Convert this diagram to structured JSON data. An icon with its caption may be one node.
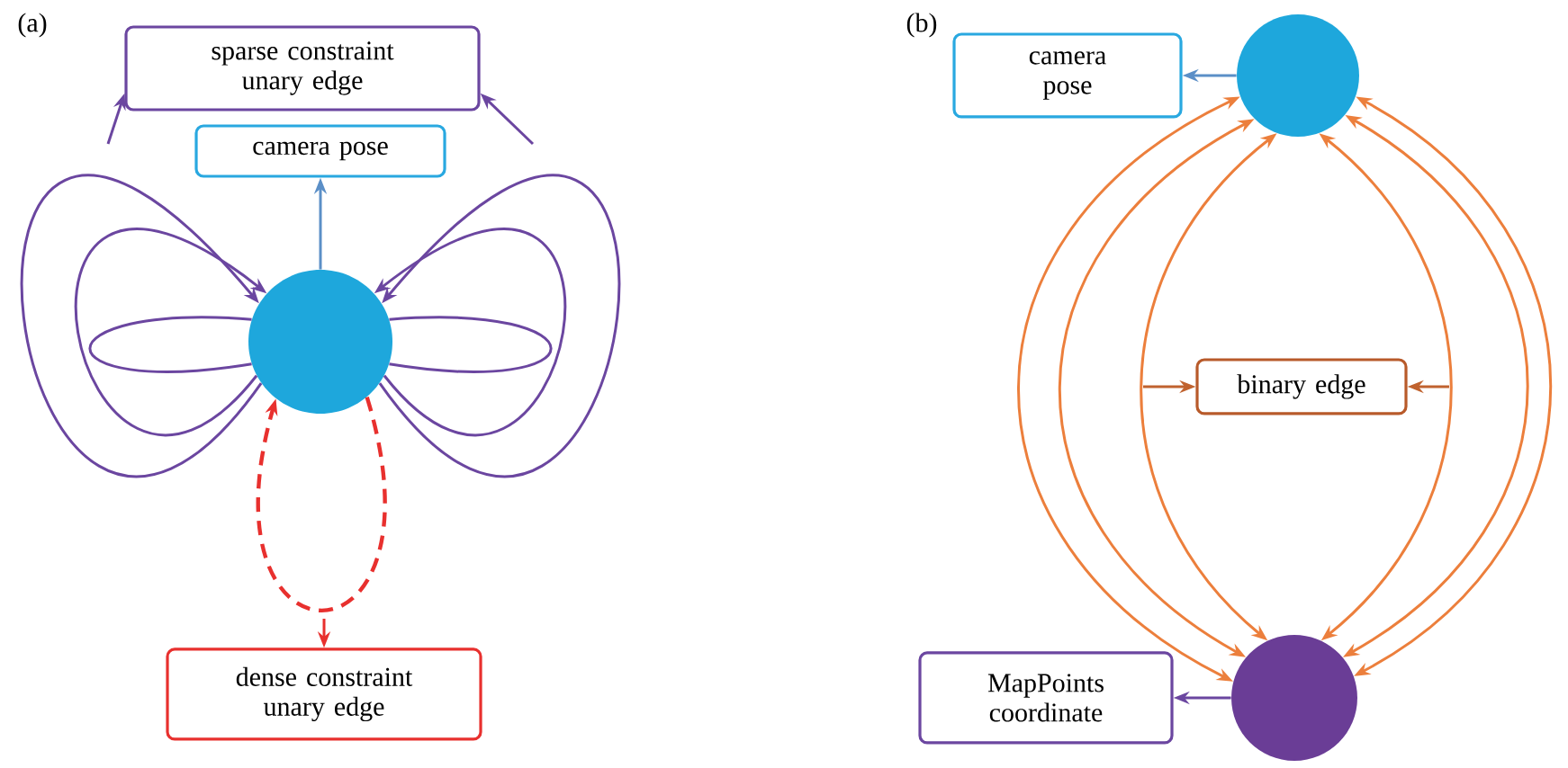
{
  "diagram": {
    "nodes": [
      {
        "text": [
          "sparse constraint unary edge"
        ]
      },
      {
        "text": [
          "camera pose"
        ]
      },
      {
        "text": [],
        "shape": "circle"
      },
      {
        "text": [
          "dense constraint unary edge"
        ]
      },
      {
        "text": [
          "camera pose"
        ]
      },
      {
        "text": [],
        "shape": "circle"
      },
      {
        "text": [
          "binary edge"
        ]
      },
      {
        "text": [],
        "shape": "circle"
      },
      {
        "text": [
          "MapPoints coordinate"
        ]
      }
    ],
    "edges": [
      {
        "from": 2,
        "to": 2,
        "arrow": "to"
      },
      {
        "from": 2,
        "to": 2,
        "arrow": "to"
      },
      {
        "from": 2,
        "to": 2,
        "arrow": "none"
      },
      {
        "from": 2,
        "to": 2,
        "arrow": "to"
      },
      {
        "from": 2,
        "to": 2,
        "arrow": "to"
      },
      {
        "from": 2,
        "to": 2,
        "arrow": "none"
      },
      {
        "from": null,
        "to": 0,
        "arrow": "to"
      },
      {
        "from": null,
        "to": 0,
        "arrow": "to"
      },
      {
        "from": 2,
        "to": 1,
        "arrow": "to",
        "color": "#5b8fc7"
      },
      {
        "from": 2,
        "to": 2,
        "arrow": "to",
        "style": "dashed",
        "color": "#e8302e"
      },
      {
        "from": null,
        "to": 3,
        "arrow": "to",
        "color": "#e8302e"
      },
      {
        "from": 5,
        "to": 4,
        "arrow": "to",
        "color": "#5b8fc7"
      },
      {
        "from": 7,
        "to": 8,
        "arrow": "to"
      },
      {
        "from": 5,
        "to": 7,
        "arrow": "both",
        "color": "#ec7f3c"
      },
      {
        "from": 5,
        "to": 7,
        "arrow": "both",
        "color": "#ec7f3c"
      },
      {
        "from": 5,
        "to": 7,
        "arrow": "both",
        "color": "#ec7f3c"
      },
      {
        "from": 5,
        "to": 7,
        "arrow": "both",
        "color": "#ec7f3c"
      },
      {
        "from": 5,
        "to": 7,
        "arrow": "both",
        "color": "#ec7f3c"
      },
      {
        "from": 5,
        "to": 7,
        "arrow": "both",
        "color": "#ec7f3c"
      },
      {
        "from": null,
        "to": 6,
        "arrow": "to",
        "color": "#c0622e"
      },
      {
        "from": null,
        "to": 6,
        "arrow": "to",
        "color": "#c0622e"
      }
    ],
    "labels": [
      "(a)",
      "(b)"
    ]
  }
}
